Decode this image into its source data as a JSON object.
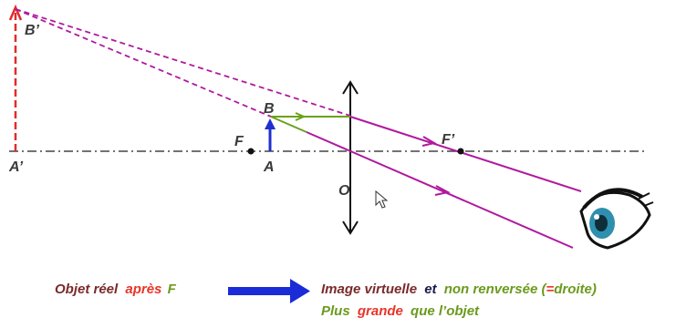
{
  "labels": {
    "B_prime": "B’",
    "A_prime": "A’",
    "B": "B",
    "A": "A",
    "F": "F",
    "F_prime": "F’",
    "O": "O"
  },
  "caption": {
    "left_part1": "Objet réel",
    "left_part2": "après",
    "left_part3": "F",
    "right_line1_part1": "Image virtuelle",
    "right_line1_part2": "et",
    "right_line1_part3": "non renversée (",
    "right_line1_part4": "=",
    "right_line1_part5": "droite)",
    "right_line2_part1": "Plus",
    "right_line2_part2": "grande",
    "right_line2_part3": "que l’objet"
  },
  "colors": {
    "ray": "#b0199e",
    "object": "#1f2fd0",
    "image": "#e12b2b",
    "parallel_ray": "#6aa21c",
    "arrow": "#1a2bd8"
  },
  "icons": [
    "eye-icon",
    "cursor-icon"
  ]
}
